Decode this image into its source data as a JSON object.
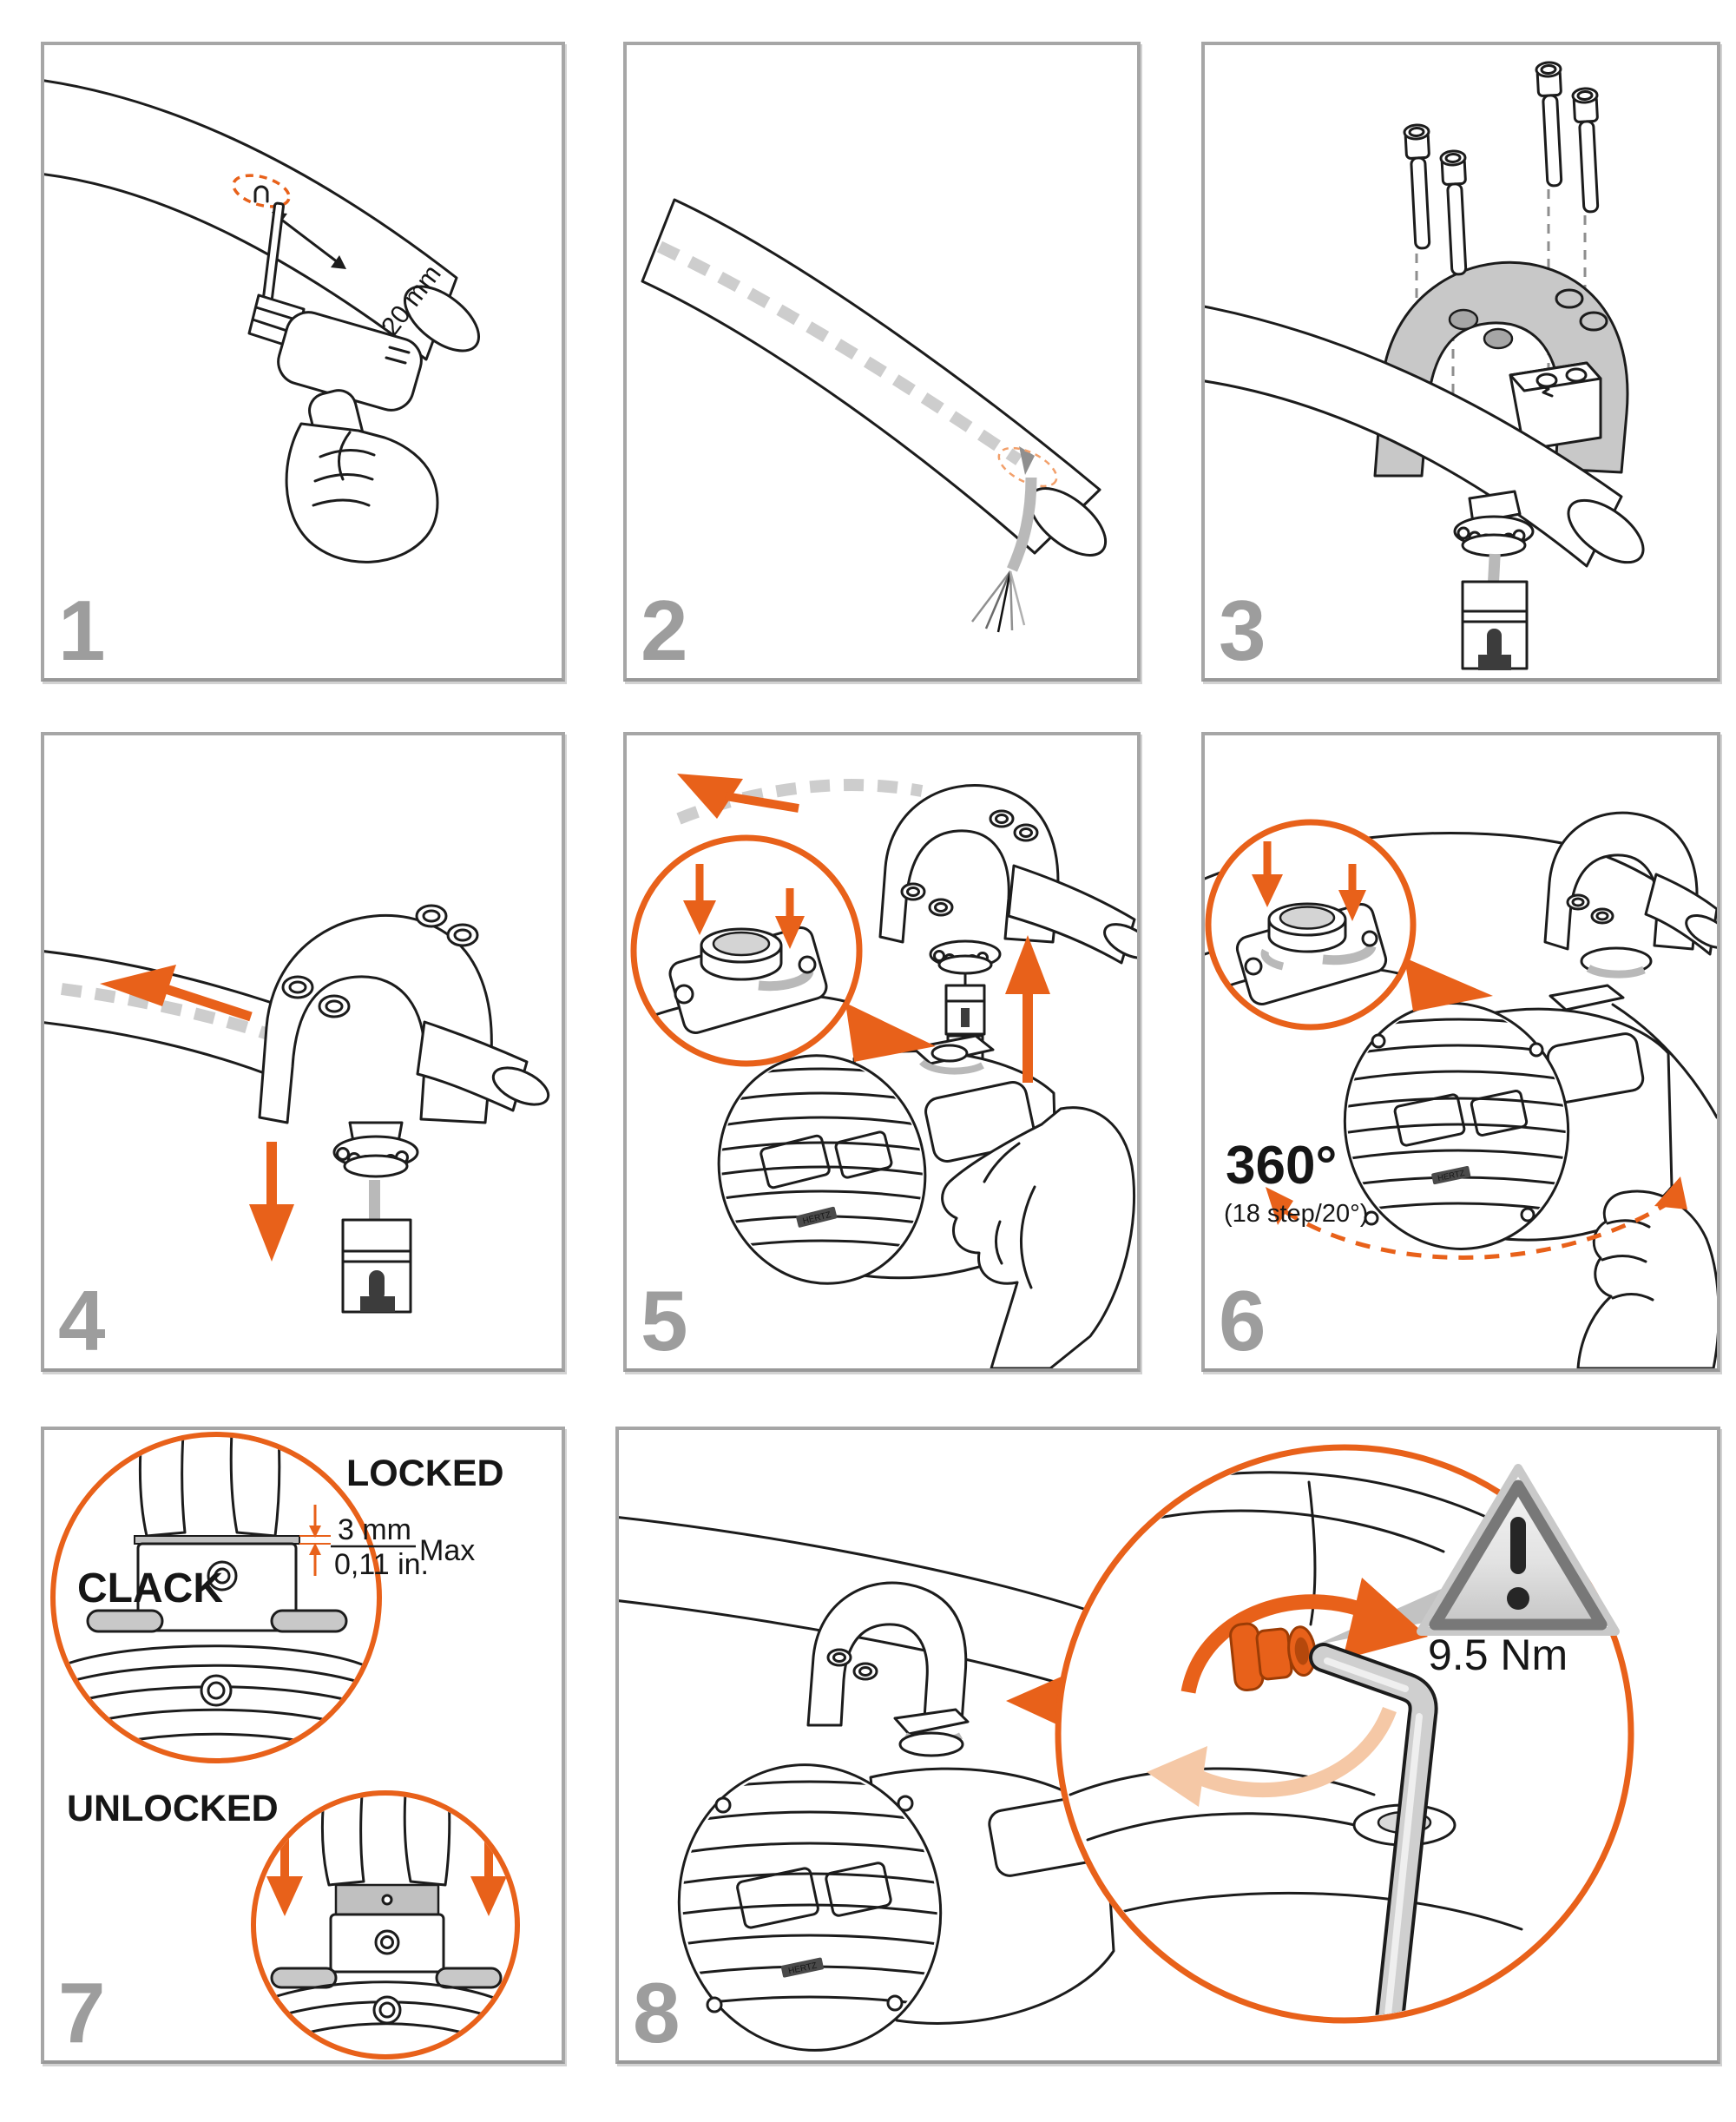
{
  "document_kind": "speaker handlebar mounting instructions",
  "brand": "HERTZ",
  "colors": {
    "accent_orange": "#E8611A",
    "accent_orange_faded": "#F5C8A6",
    "panel_border_gray": "#A6A6A6",
    "step_number_gray": "#9D9D9D",
    "line_black": "#1C1C1C",
    "part_fill_gray": "#C8C8C8",
    "cable_route_gray": "#CDCDCD"
  },
  "panels": [
    {
      "number": "1",
      "dimension_label": "≥ 20 mm"
    },
    {
      "number": "2"
    },
    {
      "number": "3"
    },
    {
      "number": "4"
    },
    {
      "number": "5"
    },
    {
      "number": "6",
      "rotation_label": "360°",
      "rotation_sublabel": "(18 step/20°)"
    },
    {
      "number": "7",
      "locked_label": "LOCKED",
      "clack_label": "CLACK",
      "gap_mm": "3 mm",
      "gap_in": "0,11 in.",
      "max_label": "Max",
      "unlocked_label": "UNLOCKED"
    },
    {
      "number": "8",
      "torque_label": "9.5 Nm"
    }
  ]
}
